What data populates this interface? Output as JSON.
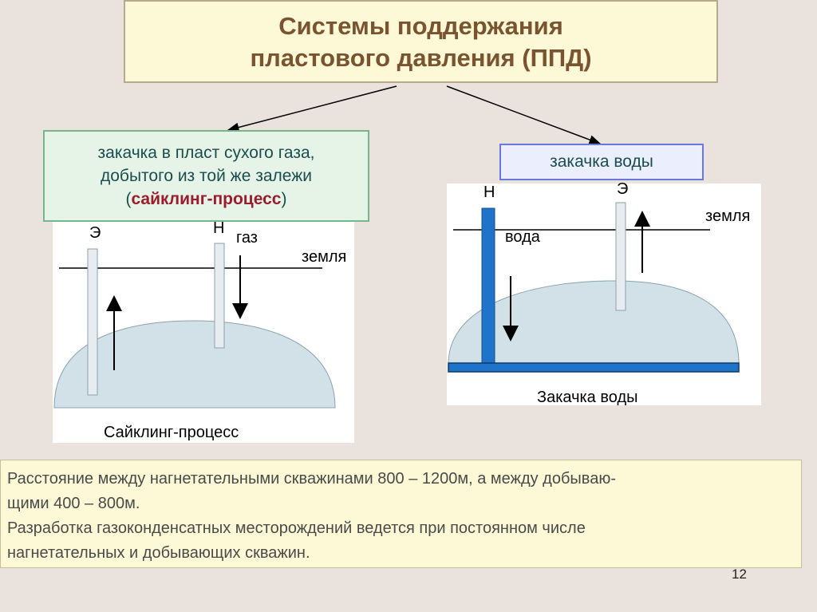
{
  "title": {
    "line1": "Системы поддержания",
    "line2": "пластового давления (ППД)"
  },
  "gas_box": {
    "line1": "закачка в пласт сухого газа,",
    "line2": "добытого из той же залежи",
    "paren_open": "(",
    "highlight": "сайклинг-процесс",
    "paren_close": ")"
  },
  "water_box": {
    "label": "закачка воды"
  },
  "left_diagram": {
    "well_producer": "Э",
    "well_injector": "Н",
    "flow_label": "газ",
    "ground_label": "земля",
    "caption": "Сайклинг-процесс"
  },
  "right_diagram": {
    "well_injector": "Н",
    "well_producer": "Э",
    "flow_label": "вода",
    "ground_label": "земля",
    "caption": "Закачка воды"
  },
  "notes": {
    "line1": "Расстояние между нагнетательными скважинами 800 – 1200м, а между добываю-",
    "line2": "щими 400 – 800м.",
    "line3": "Разработка газоконденсатных месторождений ведется при постоянном числе",
    "line4": "нагнетательных и добывающих скважин."
  },
  "page_number": "12",
  "colors": {
    "background": "#e9e2dd",
    "title_text": "#7a5431",
    "reservoir": "#d2e1e7",
    "water_well": "#1f74c9",
    "highlight": "#9b1c2c"
  }
}
